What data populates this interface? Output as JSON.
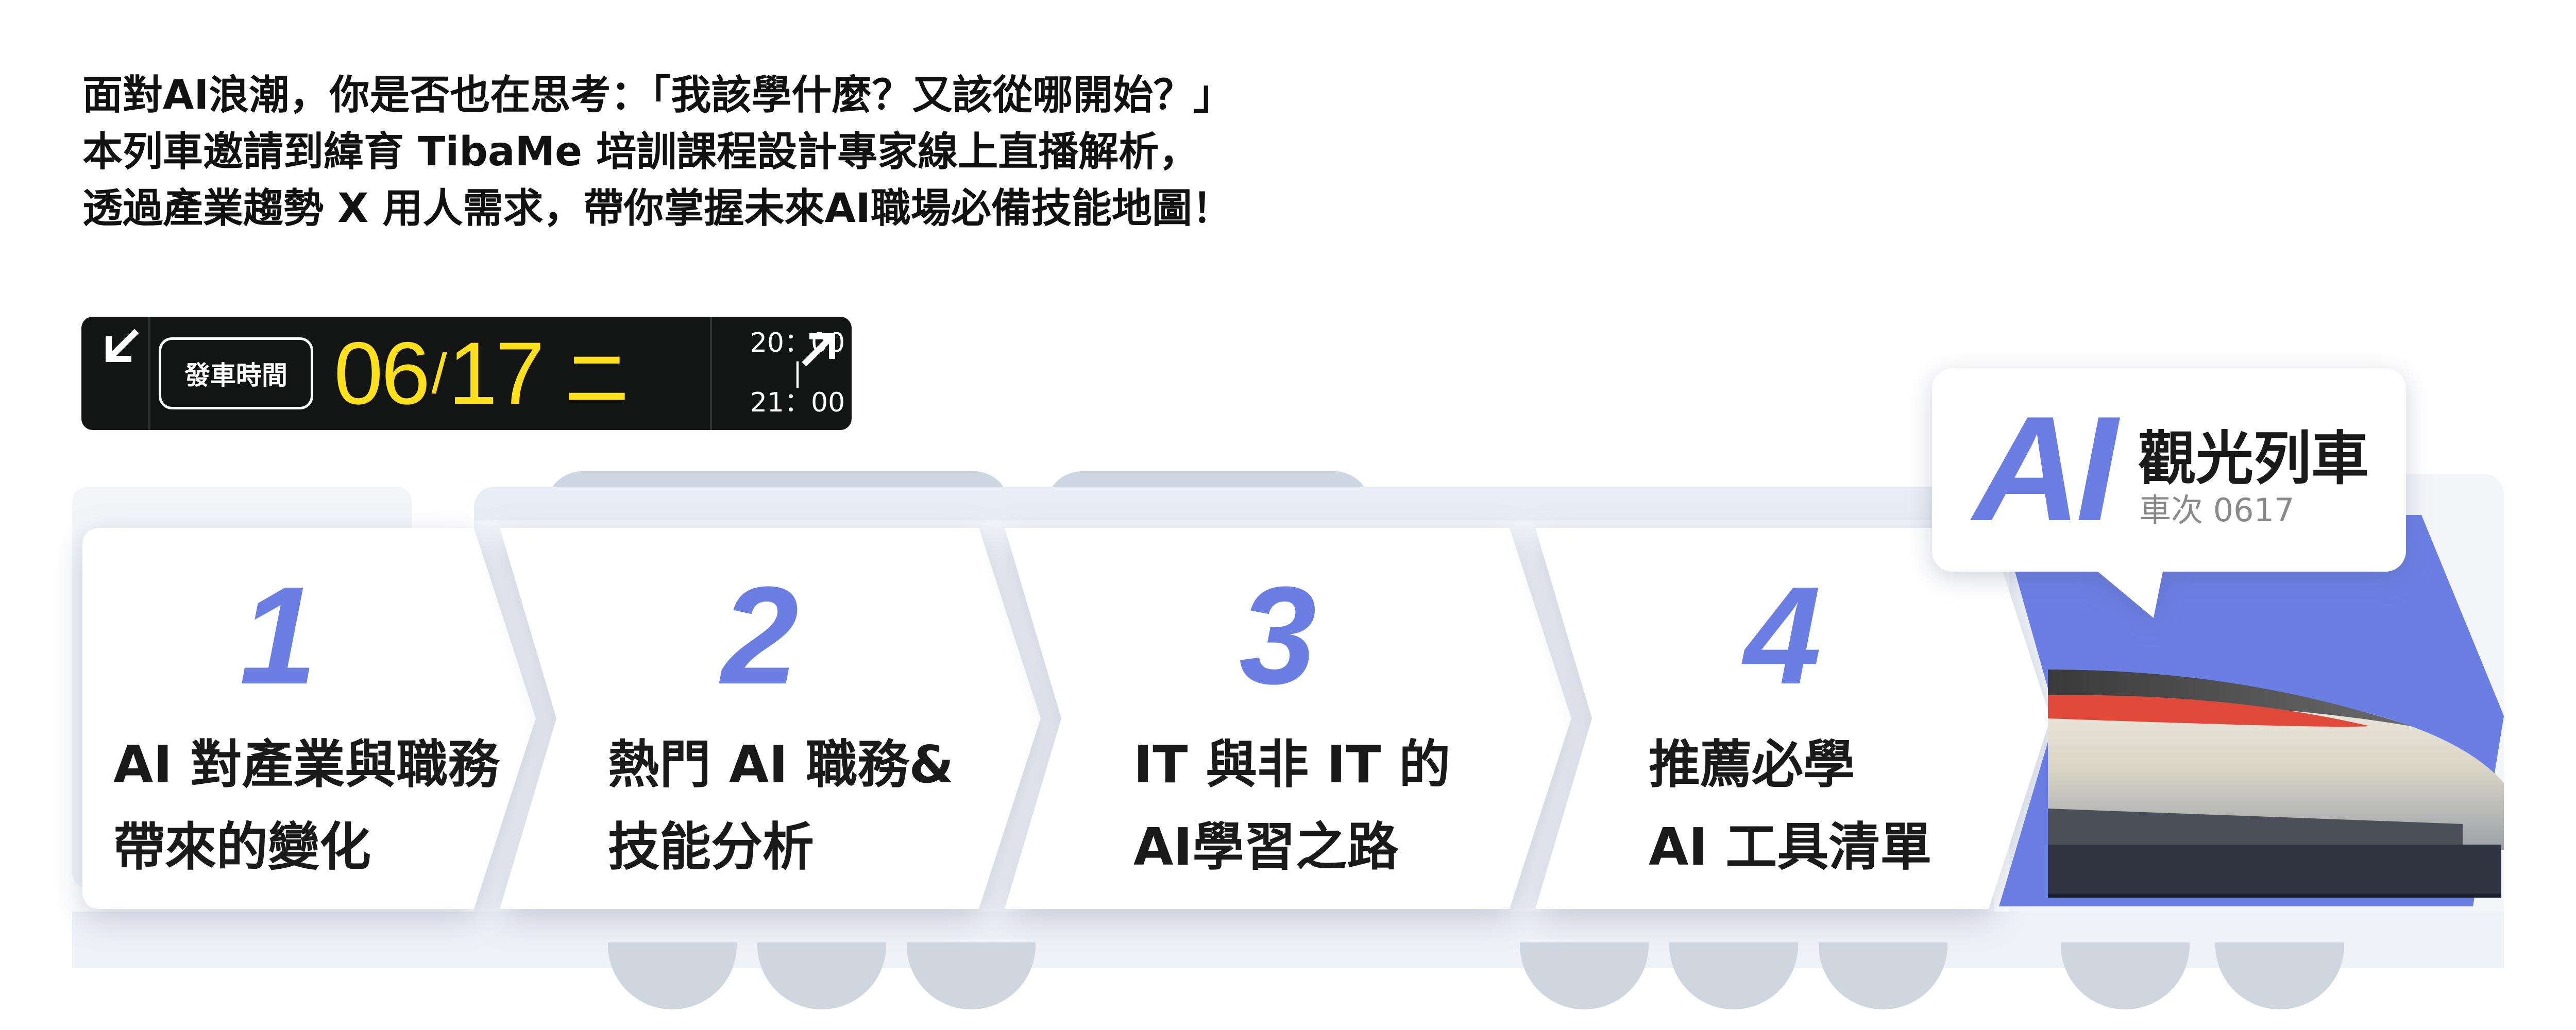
{
  "intro": {
    "line1": "面對AI浪潮，你是否也在思考：「我該學什麼？又該從哪開始？」",
    "line2": "本列車邀請到緯育 TibaMe 培訓課程設計專家線上直播解析，",
    "line3": "透過產業趨勢 X 用人需求，帶你掌握未來AI職場必備技能地圖！"
  },
  "board": {
    "label": "發車時間",
    "date_month": "06",
    "date_day": "17",
    "weekday": "二",
    "time_start": "20：00",
    "time_dash": "|",
    "time_end": "21：00",
    "left_arrow": "arrow-down-left-icon",
    "right_arrow": "arrow-up-right-icon"
  },
  "steps": [
    {
      "num": "1",
      "line1": "AI 對產業與職務",
      "line2": "帶來的變化"
    },
    {
      "num": "2",
      "line1": "熱門 AI 職務&",
      "line2": "技能分析"
    },
    {
      "num": "3",
      "line1": "IT 與非 IT 的",
      "line2": "AI學習之路"
    },
    {
      "num": "4",
      "line1": "推薦必學",
      "line2": "AI 工具清單"
    }
  ],
  "bubble": {
    "ai": "AI",
    "title": "觀光列車",
    "sub": "車次 0617"
  },
  "colors": {
    "accent": "#6b7ee4",
    "board_bg": "#121514",
    "board_date": "#ffe01b"
  }
}
